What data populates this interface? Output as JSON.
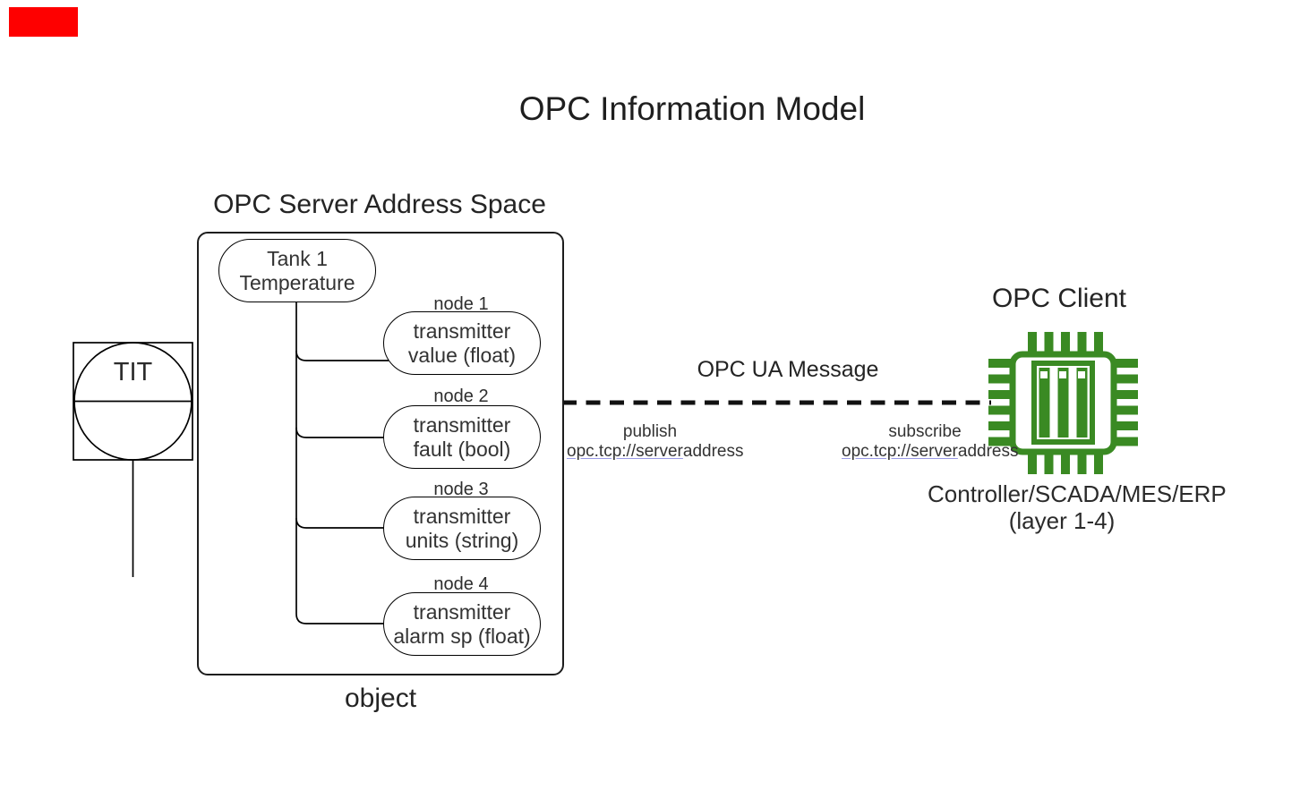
{
  "title": "OPC Information Model",
  "redaction": {
    "color": "#fe0000"
  },
  "server": {
    "label": "OPC Server Address Space",
    "caption": "object",
    "root_node": {
      "line1": "Tank 1",
      "line2": "Temperature"
    },
    "nodes": [
      {
        "tag": "node 1",
        "line1": "transmitter",
        "line2": "value (float)"
      },
      {
        "tag": "node 2",
        "line1": "transmitter",
        "line2": "fault (bool)"
      },
      {
        "tag": "node 3",
        "line1": "transmitter",
        "line2": "units (string)"
      },
      {
        "tag": "node 4",
        "line1": "transmitter",
        "line2": "alarm sp (float)"
      }
    ]
  },
  "instrument": {
    "label": "TIT"
  },
  "message": {
    "label": "OPC UA Message",
    "publish": {
      "action": "publish",
      "address_link": "opc.tcp://server",
      "address_rest": "address"
    },
    "subscribe": {
      "action": "subscribe",
      "address_link": "opc.tcp://server",
      "address_rest": "address"
    }
  },
  "client": {
    "label": "OPC Client",
    "caption_line1": "Controller/SCADA/MES/ERP",
    "caption_line2": "(layer 1-4)"
  },
  "colors": {
    "accent_green": "#3a8a23",
    "line_black": "#000000",
    "link_underline": "#9a9ae6",
    "redaction_red": "#fe0000"
  }
}
